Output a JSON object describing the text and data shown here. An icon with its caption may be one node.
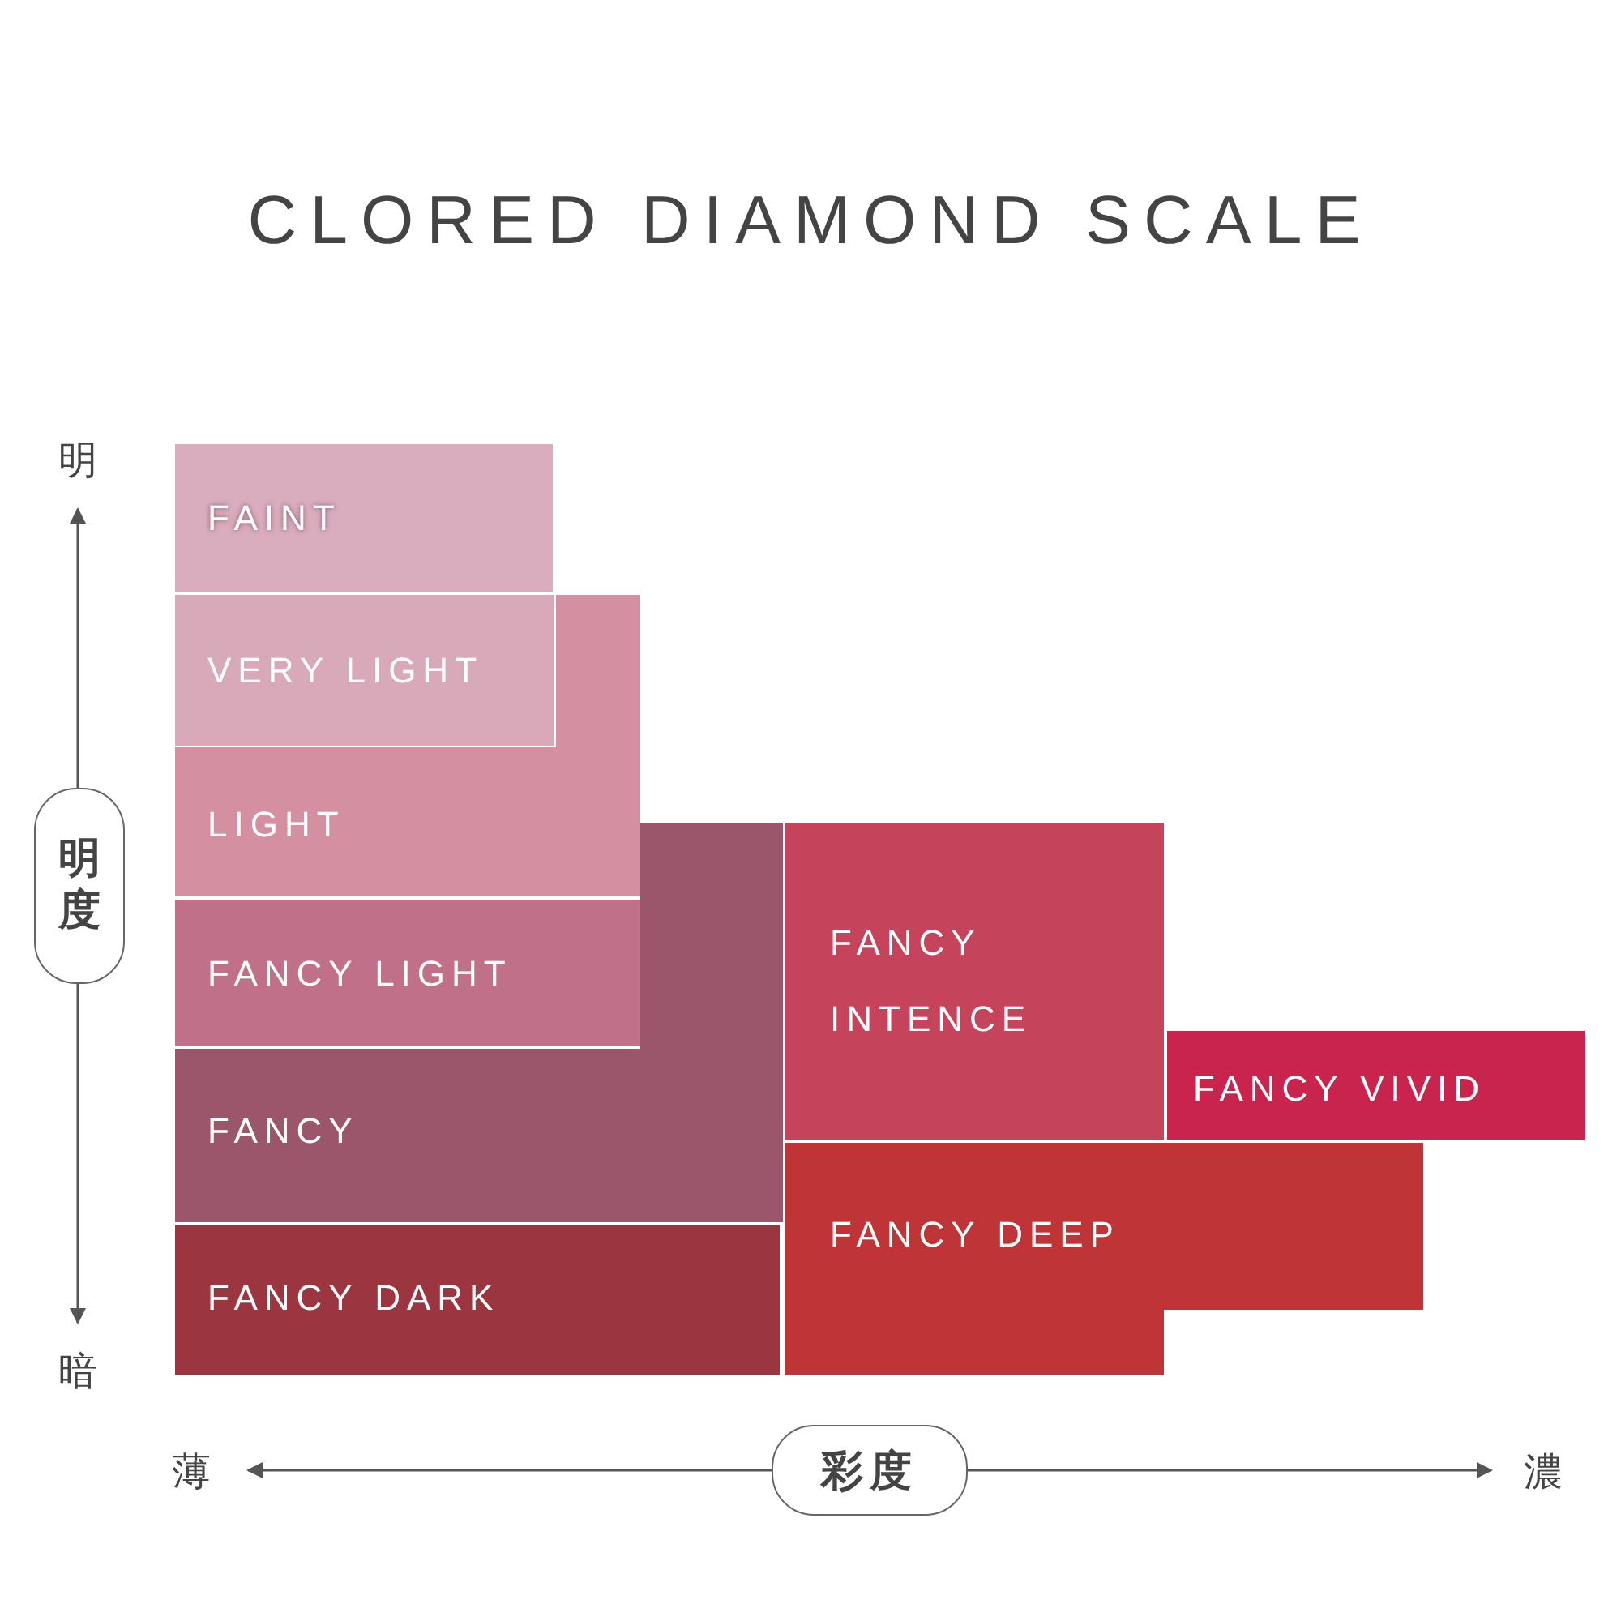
{
  "diagram": {
    "title": "CLORED DIAMOND SCALE",
    "nodes": [
      {
        "text": [
          "FAINT"
        ]
      },
      {
        "text": [
          "VERY LIGHT"
        ]
      },
      {
        "text": [
          "LIGHT"
        ]
      },
      {
        "text": [
          "FANCY LIGHT"
        ]
      },
      {
        "text": [
          "FANCY"
        ]
      },
      {
        "text": [
          "FANCY DARK"
        ]
      },
      {
        "text": [
          "FANCY INTENCE"
        ]
      },
      {
        "text": [
          "FANCY VIVID"
        ]
      },
      {
        "text": [
          "FANCY DEEP"
        ]
      },
      {
        "text": [
          "明度"
        ]
      },
      {
        "text": [
          "彩度"
        ]
      }
    ],
    "labels": [
      "明",
      "暗",
      "薄",
      "濃"
    ]
  }
}
